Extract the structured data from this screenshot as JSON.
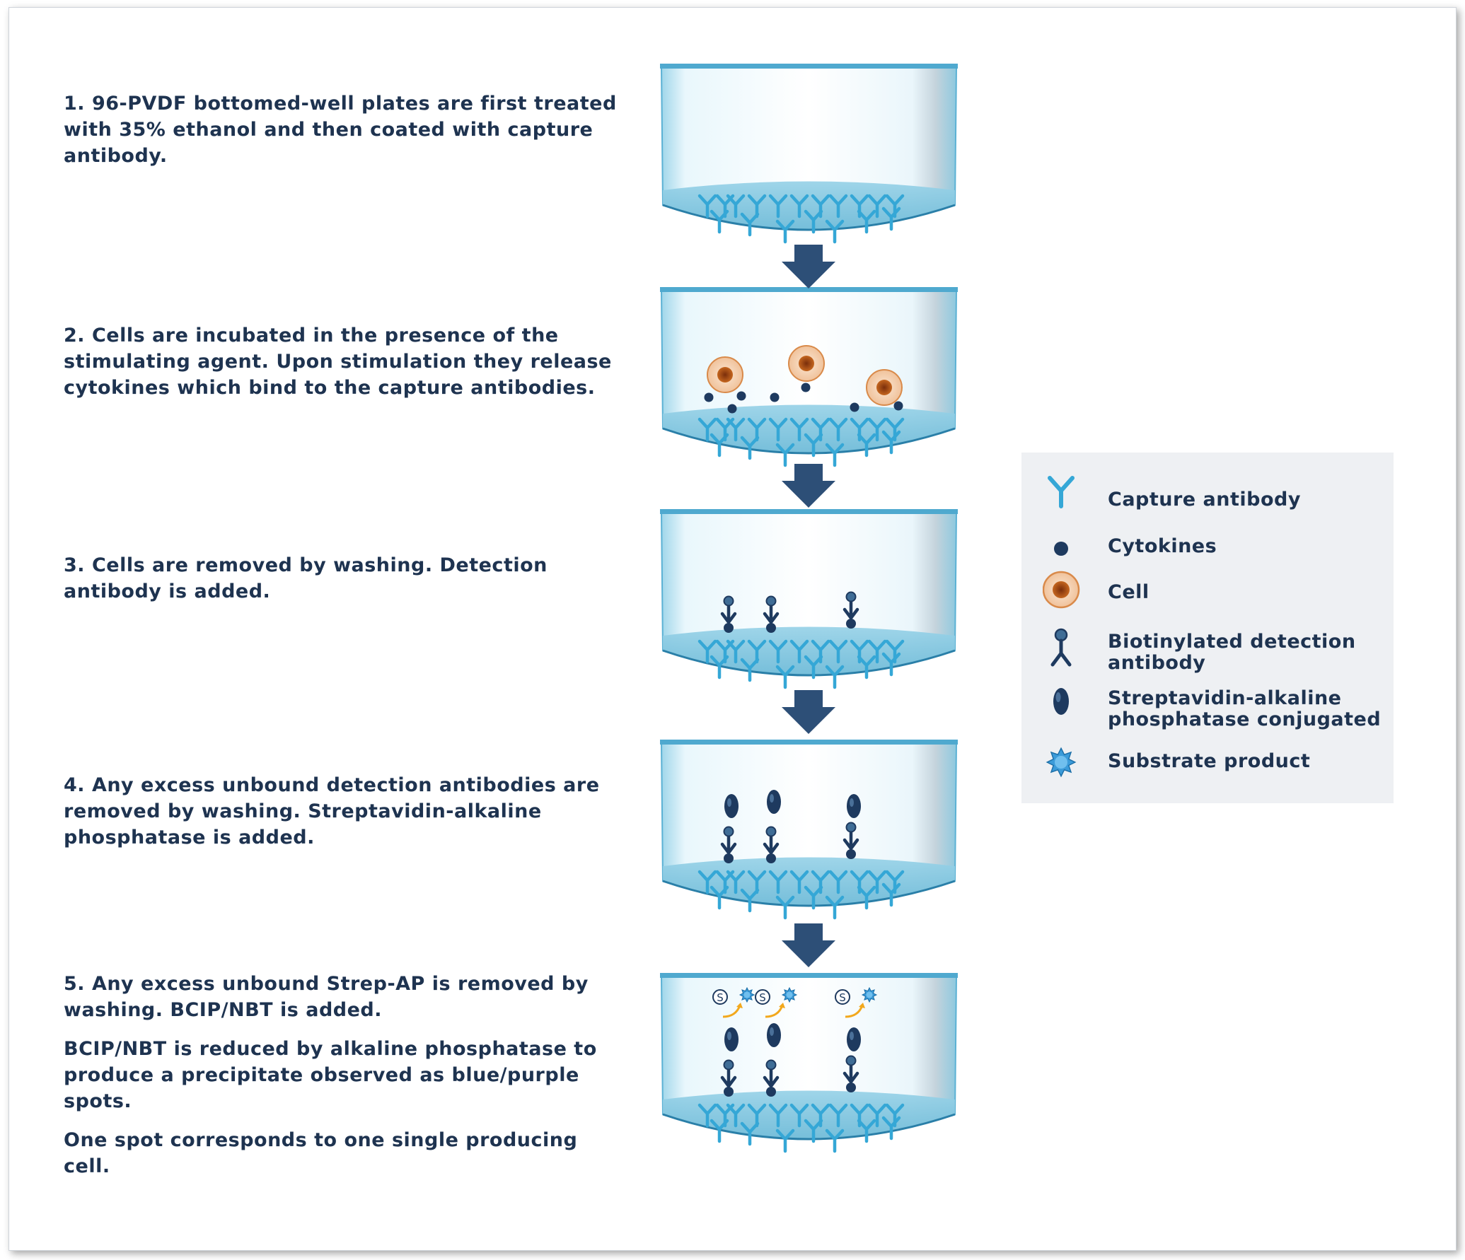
{
  "steps": [
    {
      "lines": [
        "1. 96-PVDF bottomed-well plates are first treated with 35% ethanol and then coated with capture antibody."
      ]
    },
    {
      "lines": [
        "2. Cells are incubated in the presence of the stimulating agent. Upon stimulation they release cytokines which bind to the capture antibodies."
      ]
    },
    {
      "lines": [
        "3. Cells are removed by washing. Detection antibody is added."
      ]
    },
    {
      "lines": [
        "4. Any excess unbound detection antibodies are removed by washing. Streptavidin-alkaline phosphatase is added."
      ]
    },
    {
      "lines": [
        "5. Any excess unbound Strep-AP is removed by washing. BCIP/NBT is added.",
        "BCIP/NBT is reduced by alkaline phosphatase to produce a precipitate observed as blue/purple spots.",
        "One spot corresponds to one single producing cell."
      ]
    }
  ],
  "legend": [
    {
      "icon": "capture-antibody-icon",
      "label": "Capture antibody"
    },
    {
      "icon": "cytokine-icon",
      "label": "Cytokines"
    },
    {
      "icon": "cell-icon",
      "label": "Cell"
    },
    {
      "icon": "detection-antibody-icon",
      "label": "Biotinylated detection antibody"
    },
    {
      "icon": "strep-ap-icon",
      "label": "Streptavidin-alkaline phosphatase conjugated"
    },
    {
      "icon": "substrate-product-icon",
      "label": "Substrate product"
    }
  ],
  "substrate_symbol": "S",
  "colors": {
    "text": "#1e3350",
    "antibody": "#35a7d6",
    "dark_molecule": "#1e3a5f",
    "arrow": "#2d4f77",
    "well": "#bfe6f2",
    "well_rim": "#4fa9cf",
    "cell": "#f5d3b5",
    "cell_nucleus": "#b5591d",
    "substrate": "#3b9bd9",
    "reaction_arrow": "#f2a81d",
    "legend_bg": "#eef0f3"
  }
}
